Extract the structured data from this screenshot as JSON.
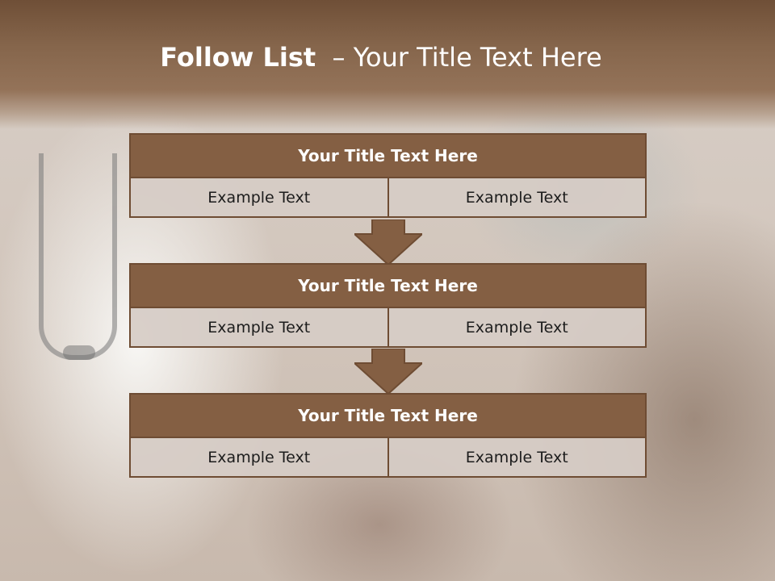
{
  "slide": {
    "title_strong": "Follow List",
    "title_rest": "– Your Title Text Here"
  },
  "blocks": [
    {
      "title": "Your Title Text Here",
      "cells": [
        "Example Text",
        "Example Text"
      ]
    },
    {
      "title": "Your Title Text Here",
      "cells": [
        "Example Text",
        "Example Text"
      ]
    },
    {
      "title": "Your Title Text Here",
      "cells": [
        "Example Text",
        "Example Text"
      ]
    }
  ],
  "colors": {
    "header": "#845f43",
    "border": "#6e4c33",
    "cell": "#d6ccc5",
    "title_text": "#ffffff"
  }
}
